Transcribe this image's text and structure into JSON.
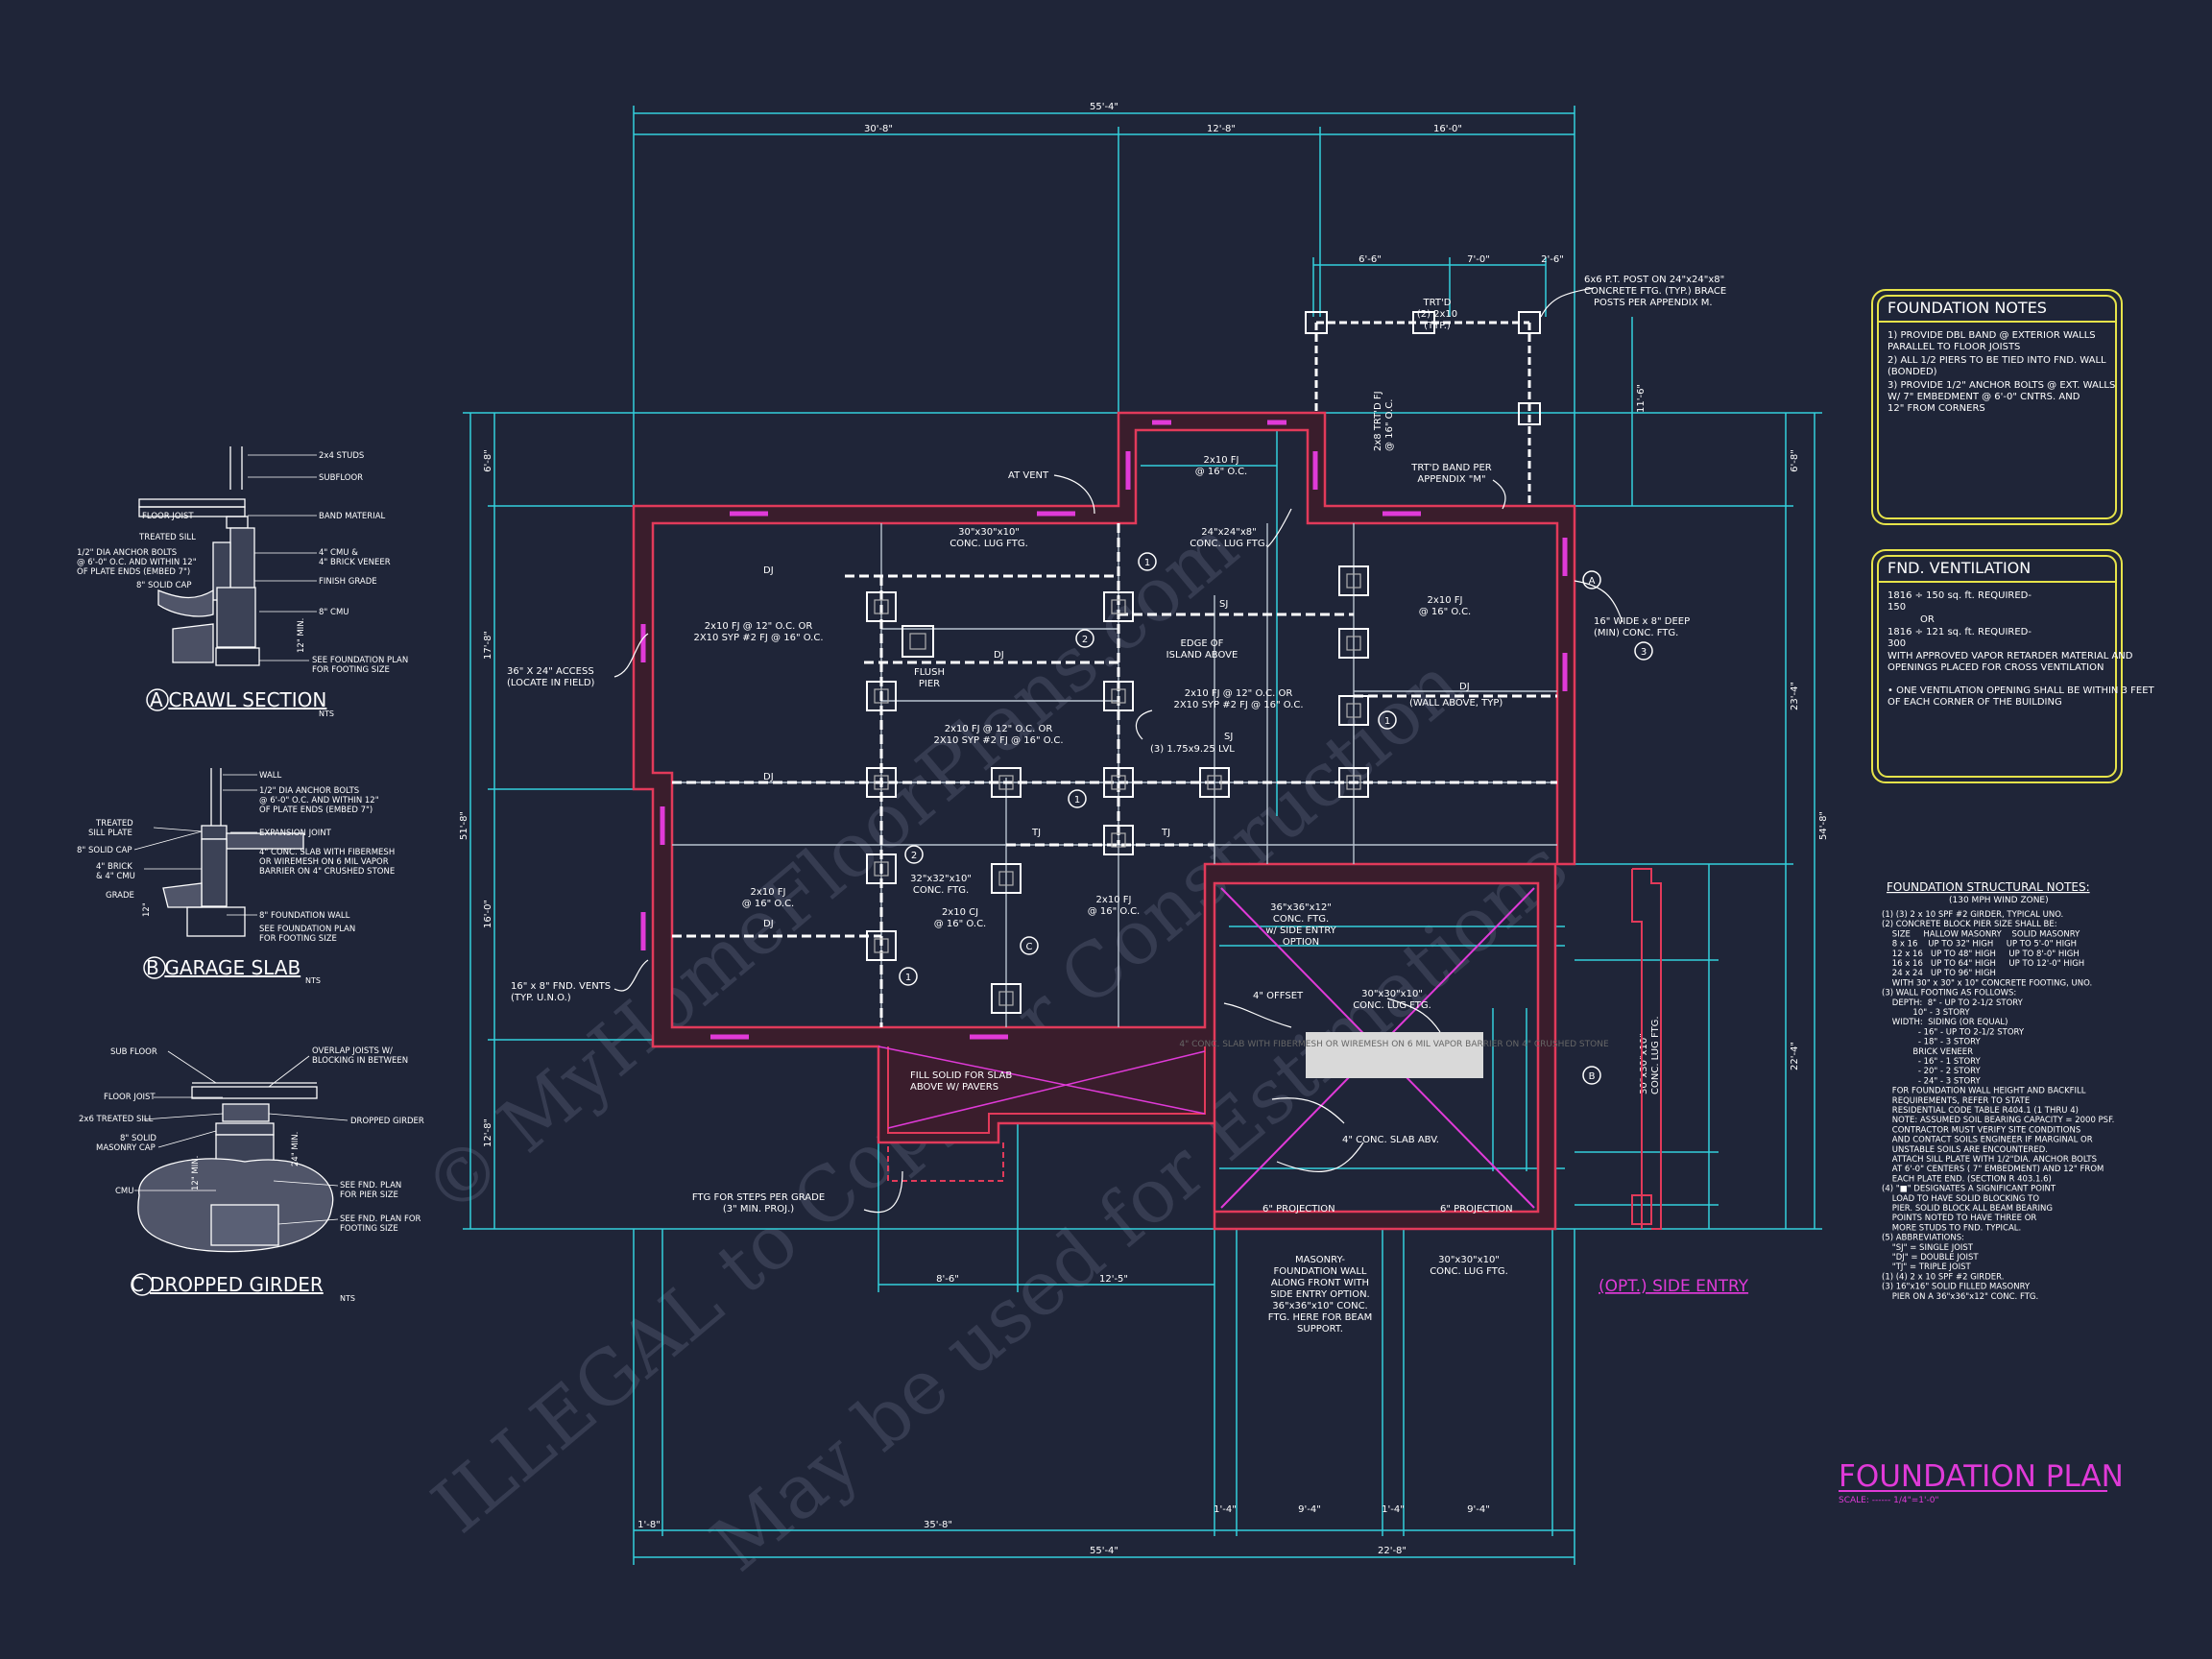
{
  "watermark": {
    "line1": "© MyHomeFloorPlans.com",
    "line2": "ILLEGAL to Copy for Construction",
    "line3": "May be used for Estimations"
  },
  "title_block": {
    "title": "FOUNDATION PLAN",
    "scale": "SCALE: ------ 1/4\"=1'-0\""
  },
  "overall_dims": {
    "top_total": "55'-4\"",
    "top_a": "30'-8\"",
    "top_b": "12'-8\"",
    "top_c": "16'-0\"",
    "bottom_total": "55'-4\"",
    "bottom_a": "1'-8\"",
    "bottom_b": "35'-8\"",
    "bottom_c": "22'-8\"",
    "bottom_d": "1'-4\"",
    "bottom_e": "9'-4\"",
    "bottom_f": "1'-4\"",
    "bottom_g": "9'-4\"",
    "left_total": "51'-8\"",
    "left_a": "6'-8\"",
    "left_b": "17'-8\"",
    "left_c": "16'-0\"",
    "left_d": "12'-8\"",
    "right_total": "54'-8\"",
    "right_a": "6'-8\"",
    "right_b": "23'-4\"",
    "right_c": "22'-4\"",
    "porch_a": "6'-6\"",
    "porch_b": "7'-0\"",
    "porch_c": "2'-6\"",
    "porch_h": "11'-6\"",
    "garage_bottom_a": "8'-6\"",
    "garage_bottom_b": "12'-5\""
  },
  "plan_labels": {
    "at_vent": "AT VENT",
    "lug1": "30\"x30\"x10\"\nCONC. LUG FTG.",
    "lug2": "24\"x24\"x8\"\nCONC. LUG FTG.",
    "fj_upper": "2x10 FJ\n@ 16\" O.C.",
    "fj_right": "2x10 FJ\n@ 16\" O.C.",
    "fj_left_top": "2x10 FJ @ 12\" O.C. OR\n2X10 SYP #2 FJ @ 16\" O.C.",
    "fj_mid": "2x10 FJ @ 12\" O.C. OR\n2X10 SYP #2 FJ @ 16\" O.C.",
    "fj_mid2": "2x10 FJ @ 12\" O.C. OR\n2X10 SYP #2 FJ @ 16\" O.C.",
    "fj_lower_left": "2x10 FJ\n@ 16\" O.C.",
    "fj_lower_mid": "2x10 FJ\n@ 16\" O.C.",
    "cj": "2x10 CJ\n@ 16\" O.C.",
    "pier32": "32\"x32\"x10\"\nCONC. FTG.",
    "flush_pier": "FLUSH\nPIER",
    "edge_island": "EDGE OF\nISLAND ABOVE",
    "wall_above": "(WALL ABOVE, TYP)",
    "lvl": "(3) 1.75x9.25 LVL",
    "access": "36\" X 24\" ACCESS\n(LOCATE IN FIELD)",
    "vents": "16\" x 8\" FND. VENTS\n(TYP. U.N.O.)",
    "wide_ftg": "16\" WIDE x 8\" DEEP\n(MIN) CONC. FTG.",
    "post": "6x6 P.T. POST ON 24\"x24\"x8\"\nCONCRETE FTG. (TYP.) BRACE\nPOSTS PER APPENDIX M.",
    "trtd": "TRT'D\n(2) 2x10\n(TYP.)",
    "trtd_fj": "2x8 TRT'D FJ\n@ 16\" O.C.",
    "band": "TRT'D BAND PER\nAPPENDIX \"M\"",
    "fill_slab": "FILL SOLID FOR SLAB\nABOVE W/ PAVERS",
    "ftg_steps": "FTG FOR STEPS PER GRADE\n(3\" MIN. PROJ.)",
    "side_entry_ftg": "36\"x36\"x12\"\nCONC. FTG.\nw/ SIDE ENTRY\nOPTION",
    "offset": "4\" OFFSET",
    "garage_lug": "30\"x30\"x10\"\nCONC. LUG FTG.",
    "slab": "4\" CONC. SLAB ABV.",
    "proj_left": "6\" PROJECTION",
    "proj_right": "6\" PROJECTION",
    "masonry": "MASONRY-\nFOUNDATION WALL\nALONG FRONT WITH\nSIDE ENTRY OPTION.\n36\"x36\"x10\" CONC.\nFTG. HERE FOR BEAM\nSUPPORT.",
    "lug_bottom": "30\"x30\"x10\"\nCONC. LUG FTG.",
    "side_entry_lug": "30\"x30\"x10\"\nCONC. LUG FTG.",
    "opt_side_entry": "(OPT.) SIDE ENTRY",
    "garage_note": "4\" CONC. SLAB WITH FIBERMESH\nOR WIREMESH ON 6 MIL VAPOR\nBARRIER ON 4\" CRUSHED STONE",
    "dj": "DJ",
    "sj": "SJ",
    "tj": "TJ"
  },
  "details": {
    "crawl": {
      "title": "CRAWL SECTION",
      "letter": "A",
      "nts": "NTS",
      "labels": [
        "2x4 STUDS",
        "SUBFLOOR",
        "FLOOR JOIST",
        "BAND MATERIAL",
        "TREATED SILL",
        "1/2\" DIA ANCHOR BOLTS\n@ 6'-0\" O.C. AND WITHIN 12\"\nOF PLATE ENDS (EMBED 7\")",
        "4\" CMU &\n4\" BRICK VENEER",
        "8\" SOLID CAP",
        "FINISH GRADE",
        "8\" CMU",
        "12\" MIN.",
        "SEE FOUNDATION PLAN\nFOR FOOTING SIZE"
      ]
    },
    "garage": {
      "title": "GARAGE SLAB",
      "letter": "B",
      "nts": "NTS",
      "labels": [
        "WALL",
        "1/2\" DIA ANCHOR BOLTS\n@ 6'-0\" O.C. AND WITHIN 12\"\nOF PLATE ENDS (EMBED 7\")",
        "TREATED\nSILL PLATE",
        "EXPANSION JOINT",
        "8\" SOLID CAP",
        "4\" CONC. SLAB WITH FIBERMESH\nOR WIREMESH ON 6 MIL VAPOR\nBARRIER ON 4\" CRUSHED STONE",
        "4\" BRICK\n& 4\" CMU",
        "GRADE",
        "8\" FOUNDATION WALL",
        "SEE FOUNDATION PLAN\nFOR FOOTING SIZE",
        "12\""
      ]
    },
    "girder": {
      "title": "DROPPED GIRDER",
      "letter": "C",
      "nts": "NTS",
      "labels": [
        "SUB FLOOR",
        "OVERLAP JOISTS W/\nBLOCKING IN BETWEEN",
        "FLOOR JOIST",
        "2x6 TREATED SILL",
        "DROPPED GIRDER",
        "8\" SOLID\nMASONRY CAP",
        "CMU",
        "SEE FND. PLAN\nFOR PIER SIZE",
        "SEE FND. PLAN FOR\nFOOTING SIZE",
        "12\" MIN.",
        "24\" MIN."
      ]
    }
  },
  "notes": {
    "foundation_title": "FOUNDATION NOTES",
    "foundation": [
      "1) PROVIDE DBL BAND @ EXTERIOR WALLS",
      "   PARALLEL TO FLOOR JOISTS",
      "2) ALL 1/2 PIERS TO BE TIED INTO FND. WALL",
      "   (BONDED)",
      "3) PROVIDE 1/2\" ANCHOR BOLTS @ EXT. WALLS",
      "   W/ 7\" EMBEDMENT @ 6'-0\" CNTRS. AND",
      "   12\" FROM CORNERS"
    ],
    "vent_title": "FND. VENTILATION",
    "vent": [
      "1816 ÷ 150 sq. ft. REQUIRED-",
      "150",
      "OR",
      "1816 ÷ 121 sq. ft. REQUIRED-",
      "300",
      "WITH APPROVED VAPOR RETARDER MATERIAL AND",
      "OPENINGS PLACED FOR CROSS VENTILATION",
      "",
      "• ONE VENTILATION OPENING SHALL BE WITHIN 3 FEET",
      "  OF EACH CORNER OF THE BUILDING"
    ],
    "structural_title": "FOUNDATION STRUCTURAL NOTES:",
    "structural_sub": "(130 MPH WIND ZONE)",
    "structural": [
      "(1) (3) 2 x 10 SPF #2 GIRDER, TYPICAL UNO.",
      "(2) CONCRETE BLOCK PIER SIZE SHALL BE:",
      "    SIZE     HALLOW MASONRY    SOLID MASONRY",
      "    8 x 16    UP TO 32\" HIGH     UP TO 5'-0\" HIGH",
      "    12 x 16   UP TO 48\" HIGH     UP TO 8'-0\" HIGH",
      "    16 x 16   UP TO 64\" HIGH     UP TO 12'-0\" HIGH",
      "    24 x 24   UP TO 96\" HIGH",
      "    WITH 30\" x 30\" x 10\" CONCRETE FOOTING, UNO.",
      "(3) WALL FOOTING AS FOLLOWS:",
      "    DEPTH:  8\" - UP TO 2-1/2 STORY",
      "            10\" - 3 STORY",
      "    WIDTH:  SIDING (OR EQUAL)",
      "              - 16\" - UP TO 2-1/2 STORY",
      "              - 18\" - 3 STORY",
      "            BRICK VENEER",
      "              - 16\" - 1 STORY",
      "              - 20\" - 2 STORY",
      "              - 24\" - 3 STORY",
      "    FOR FOUNDATION WALL HEIGHT AND BACKFILL",
      "    REQUIREMENTS, REFER TO STATE",
      "    RESIDENTIAL CODE TABLE R404.1 (1 THRU 4)",
      "    NOTE: ASSUMED SOIL BEARING CAPACITY = 2000 PSF.",
      "    CONTRACTOR MUST VERIFY SITE CONDITIONS",
      "    AND CONTACT SOILS ENGINEER IF MARGINAL OR",
      "    UNSTABLE SOILS ARE ENCOUNTERED.",
      "    ATTACH SILL PLATE WITH 1/2\"DIA. ANCHOR BOLTS",
      "    AT 6'-0\" CENTERS ( 7\" EMBEDMENT) AND 12\" FROM",
      "    EACH PLATE END. (SECTION R 403.1.6)",
      "(4) \"■\" DESIGNATES A SIGNIFICANT POINT",
      "    LOAD TO HAVE SOLID BLOCKING TO",
      "    PIER. SOLID BLOCK ALL BEAM BEARING",
      "    POINTS NOTED TO HAVE THREE OR",
      "    MORE STUDS TO FND. TYPICAL.",
      "(5) ABBREVIATIONS:",
      "    \"SJ\" = SINGLE JOIST",
      "    \"DJ\" = DOUBLE JOIST",
      "    \"TJ\" = TRIPLE JOIST",
      "(1) (4) 2 x 10 SPF #2 GIRDER.",
      "(3) 16\"x16\" SOLID FILLED MASONRY",
      "    PIER ON A 36\"x36\"x12\" CONC. FTG."
    ]
  },
  "colors": {
    "background": "#1f2538",
    "dimension": "#33d0dc",
    "wall": "#e23a5a",
    "magenta": "#e03ad8",
    "note_border": "#e6e34a"
  }
}
